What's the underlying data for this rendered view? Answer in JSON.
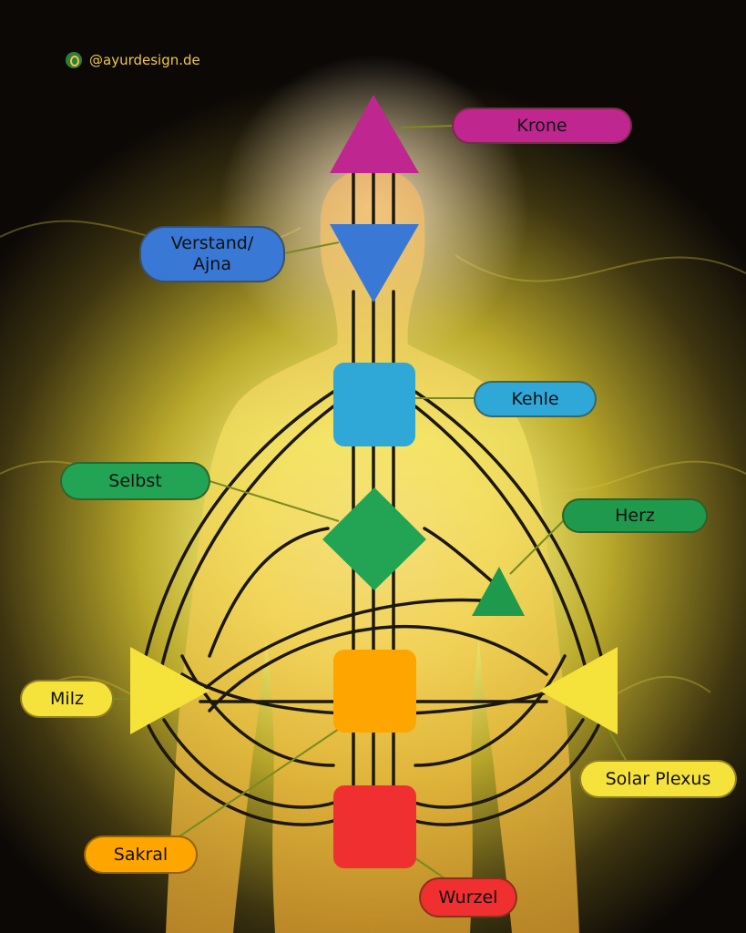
{
  "watermark": {
    "text": "@ayurdesign.de",
    "icon": "ayurdesign-logo-icon"
  },
  "centers": [
    {
      "id": "krone",
      "label": "Krone",
      "color": "#c0268f",
      "shape": "triangle-up"
    },
    {
      "id": "ajna",
      "label": "Verstand/\nAjna",
      "color": "#3a78d6",
      "shape": "triangle-down"
    },
    {
      "id": "kehle",
      "label": "Kehle",
      "color": "#2fa8d8",
      "shape": "square"
    },
    {
      "id": "selbst",
      "label": "Selbst",
      "color": "#23a455",
      "shape": "diamond"
    },
    {
      "id": "herz",
      "label": "Herz",
      "color": "#1f9a4c",
      "shape": "triangle"
    },
    {
      "id": "milz",
      "label": "Milz",
      "color": "#f5e23a",
      "shape": "triangle-right"
    },
    {
      "id": "solar",
      "label": "Solar Plexus",
      "color": "#f5e23a",
      "shape": "triangle-left"
    },
    {
      "id": "sakral",
      "label": "Sakral",
      "color": "#ffa500",
      "shape": "square"
    },
    {
      "id": "wurzel",
      "label": "Wurzel",
      "color": "#f03030",
      "shape": "square"
    }
  ]
}
